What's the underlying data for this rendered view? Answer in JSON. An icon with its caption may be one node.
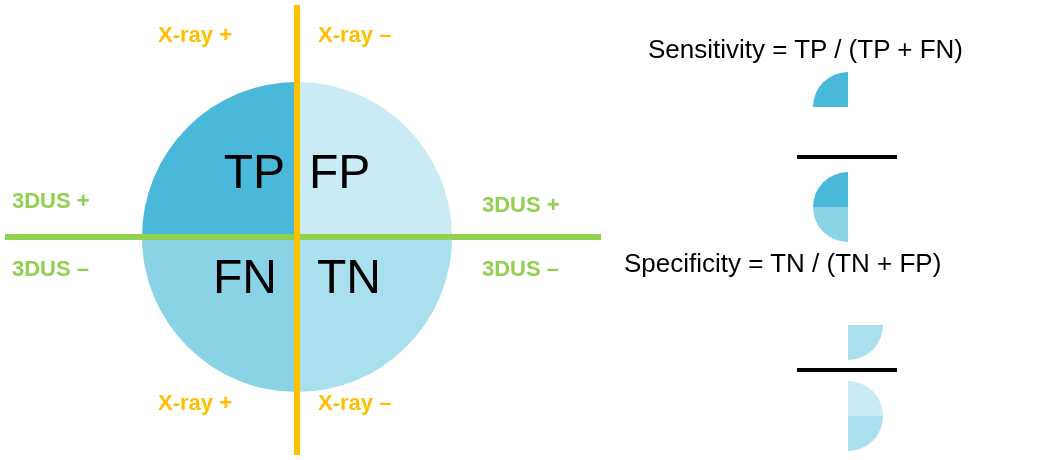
{
  "diagram": {
    "nodes": [
      {
        "text": [
          "TP"
        ]
      },
      {
        "text": [
          "FP"
        ]
      },
      {
        "text": [
          "FN"
        ]
      },
      {
        "text": [
          "TN"
        ]
      }
    ],
    "labels": [
      "X-ray +",
      "X-ray –",
      "Sensitivity = TP / (TP + FN)",
      "3DUS +",
      "3DUS +",
      "Specificity = TN / (TN + FP)",
      "3DUS –",
      "3DUS –",
      "X-ray +",
      "X-ray –"
    ]
  }
}
